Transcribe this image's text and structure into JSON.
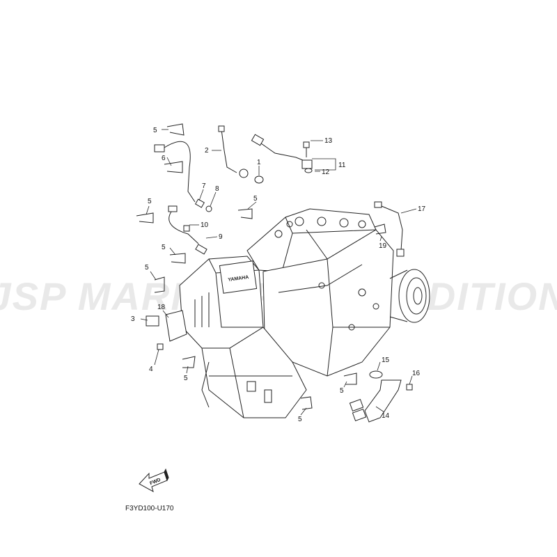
{
  "watermark": "JSP MARINE PARTS EDITION",
  "footer_code": "F3YD100-U170",
  "fwd_label": "FWD",
  "callouts": [
    {
      "id": "c5a",
      "label": "5"
    },
    {
      "id": "c6",
      "label": "6"
    },
    {
      "id": "c2",
      "label": "2"
    },
    {
      "id": "c1",
      "label": "1"
    },
    {
      "id": "c13",
      "label": "13"
    },
    {
      "id": "c11",
      "label": "11"
    },
    {
      "id": "c12",
      "label": "12"
    },
    {
      "id": "c7",
      "label": "7"
    },
    {
      "id": "c8",
      "label": "8"
    },
    {
      "id": "c5b",
      "label": "5"
    },
    {
      "id": "c5c",
      "label": "5"
    },
    {
      "id": "c10",
      "label": "10"
    },
    {
      "id": "c9",
      "label": "9"
    },
    {
      "id": "c17",
      "label": "17"
    },
    {
      "id": "c19",
      "label": "19"
    },
    {
      "id": "c5d",
      "label": "5"
    },
    {
      "id": "c5e",
      "label": "5"
    },
    {
      "id": "c18",
      "label": "18"
    },
    {
      "id": "c3",
      "label": "3"
    },
    {
      "id": "c4",
      "label": "4"
    },
    {
      "id": "c5f",
      "label": "5"
    },
    {
      "id": "c15",
      "label": "15"
    },
    {
      "id": "c16",
      "label": "16"
    },
    {
      "id": "c5g",
      "label": "5"
    },
    {
      "id": "c14",
      "label": "14"
    },
    {
      "id": "c5h",
      "label": "5"
    }
  ]
}
